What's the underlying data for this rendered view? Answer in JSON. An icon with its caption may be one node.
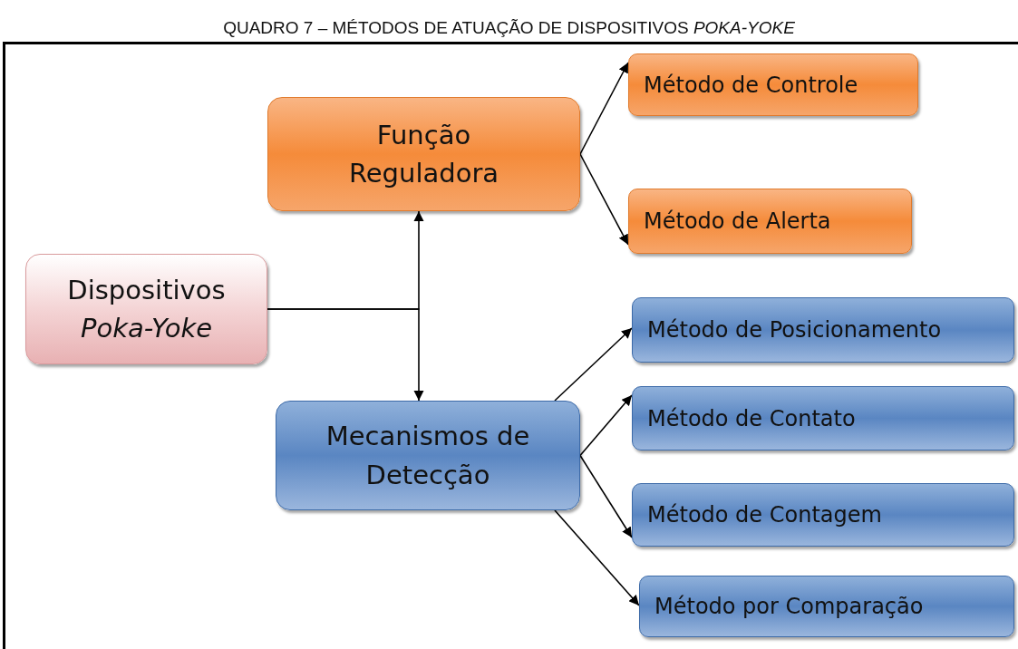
{
  "diagram": {
    "title": "QUADRO 7 – MÉTODOS DE ATUAÇÃO DE DISPOSITIVOS *POKA-YOKE*",
    "nodes": [
      {
        "text": [
          "Dispositivos *Poka-Yoke*"
        ]
      },
      {
        "text": [
          "Função Reguladora"
        ]
      },
      {
        "text": [
          "Método de Controle"
        ]
      },
      {
        "text": [
          "Método de Alerta"
        ]
      },
      {
        "text": [
          "Mecanismos de Detecção"
        ]
      },
      {
        "text": [
          "Método de Posicionamento"
        ]
      },
      {
        "text": [
          "Método de Contato"
        ]
      },
      {
        "text": [
          "Método de Contagem"
        ]
      },
      {
        "text": [
          "Método por Comparação"
        ]
      }
    ],
    "edges": [
      {
        "from": 0,
        "to": 1,
        "arrow": "to"
      },
      {
        "from": 0,
        "to": 4,
        "arrow": "to"
      },
      {
        "from": 1,
        "to": 2,
        "arrow": "to"
      },
      {
        "from": 1,
        "to": 3,
        "arrow": "to"
      },
      {
        "from": 4,
        "to": 5,
        "arrow": "to"
      },
      {
        "from": 4,
        "to": 6,
        "arrow": "to"
      },
      {
        "from": 4,
        "to": 7,
        "arrow": "to"
      },
      {
        "from": 4,
        "to": 8,
        "arrow": "to"
      }
    ]
  }
}
